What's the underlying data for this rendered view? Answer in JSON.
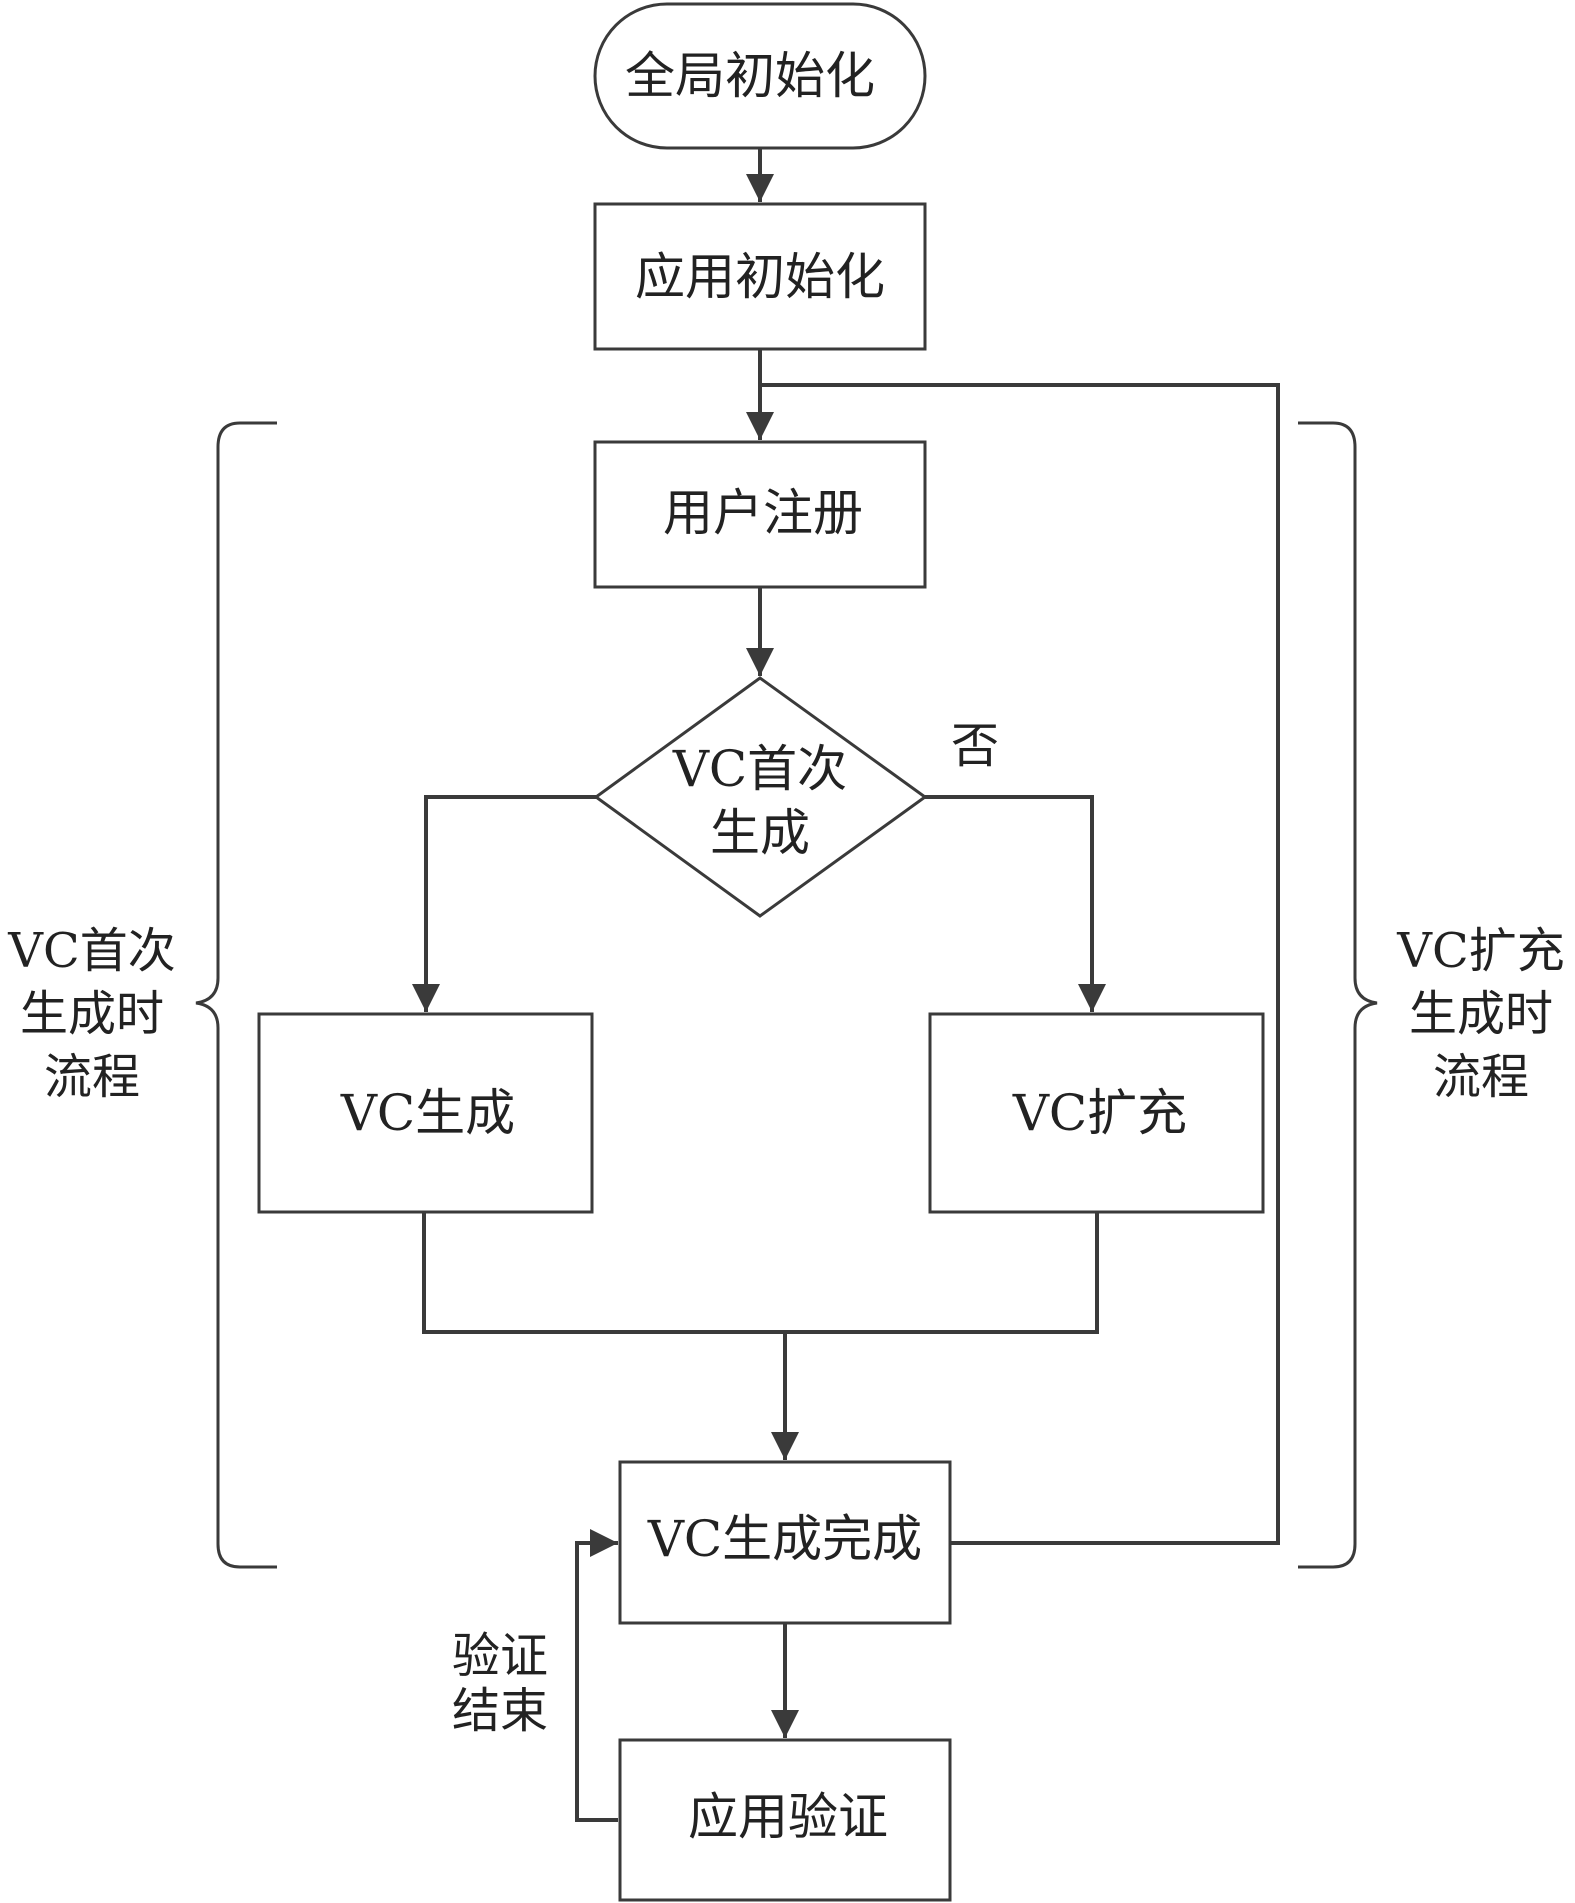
{
  "diagram": {
    "type": "flowchart",
    "nodes": {
      "global_init": "全局初始化",
      "app_init": "应用初始化",
      "user_register": "用户注册",
      "decision_line1": "VC首次",
      "decision_line2": "生成",
      "vc_generate": "VC生成",
      "vc_expand": "VC扩充",
      "vc_done": "VC生成完成",
      "app_verify": "应用验证"
    },
    "edge_labels": {
      "no_branch": "否",
      "verify_end_line1": "验证",
      "verify_end_line2": "结束"
    },
    "side_labels": {
      "left_line1": "VC首次",
      "left_line2": "生成时",
      "left_line3": "流程",
      "right_line1": "VC扩充",
      "right_line2": "生成时",
      "right_line3": "流程"
    }
  }
}
